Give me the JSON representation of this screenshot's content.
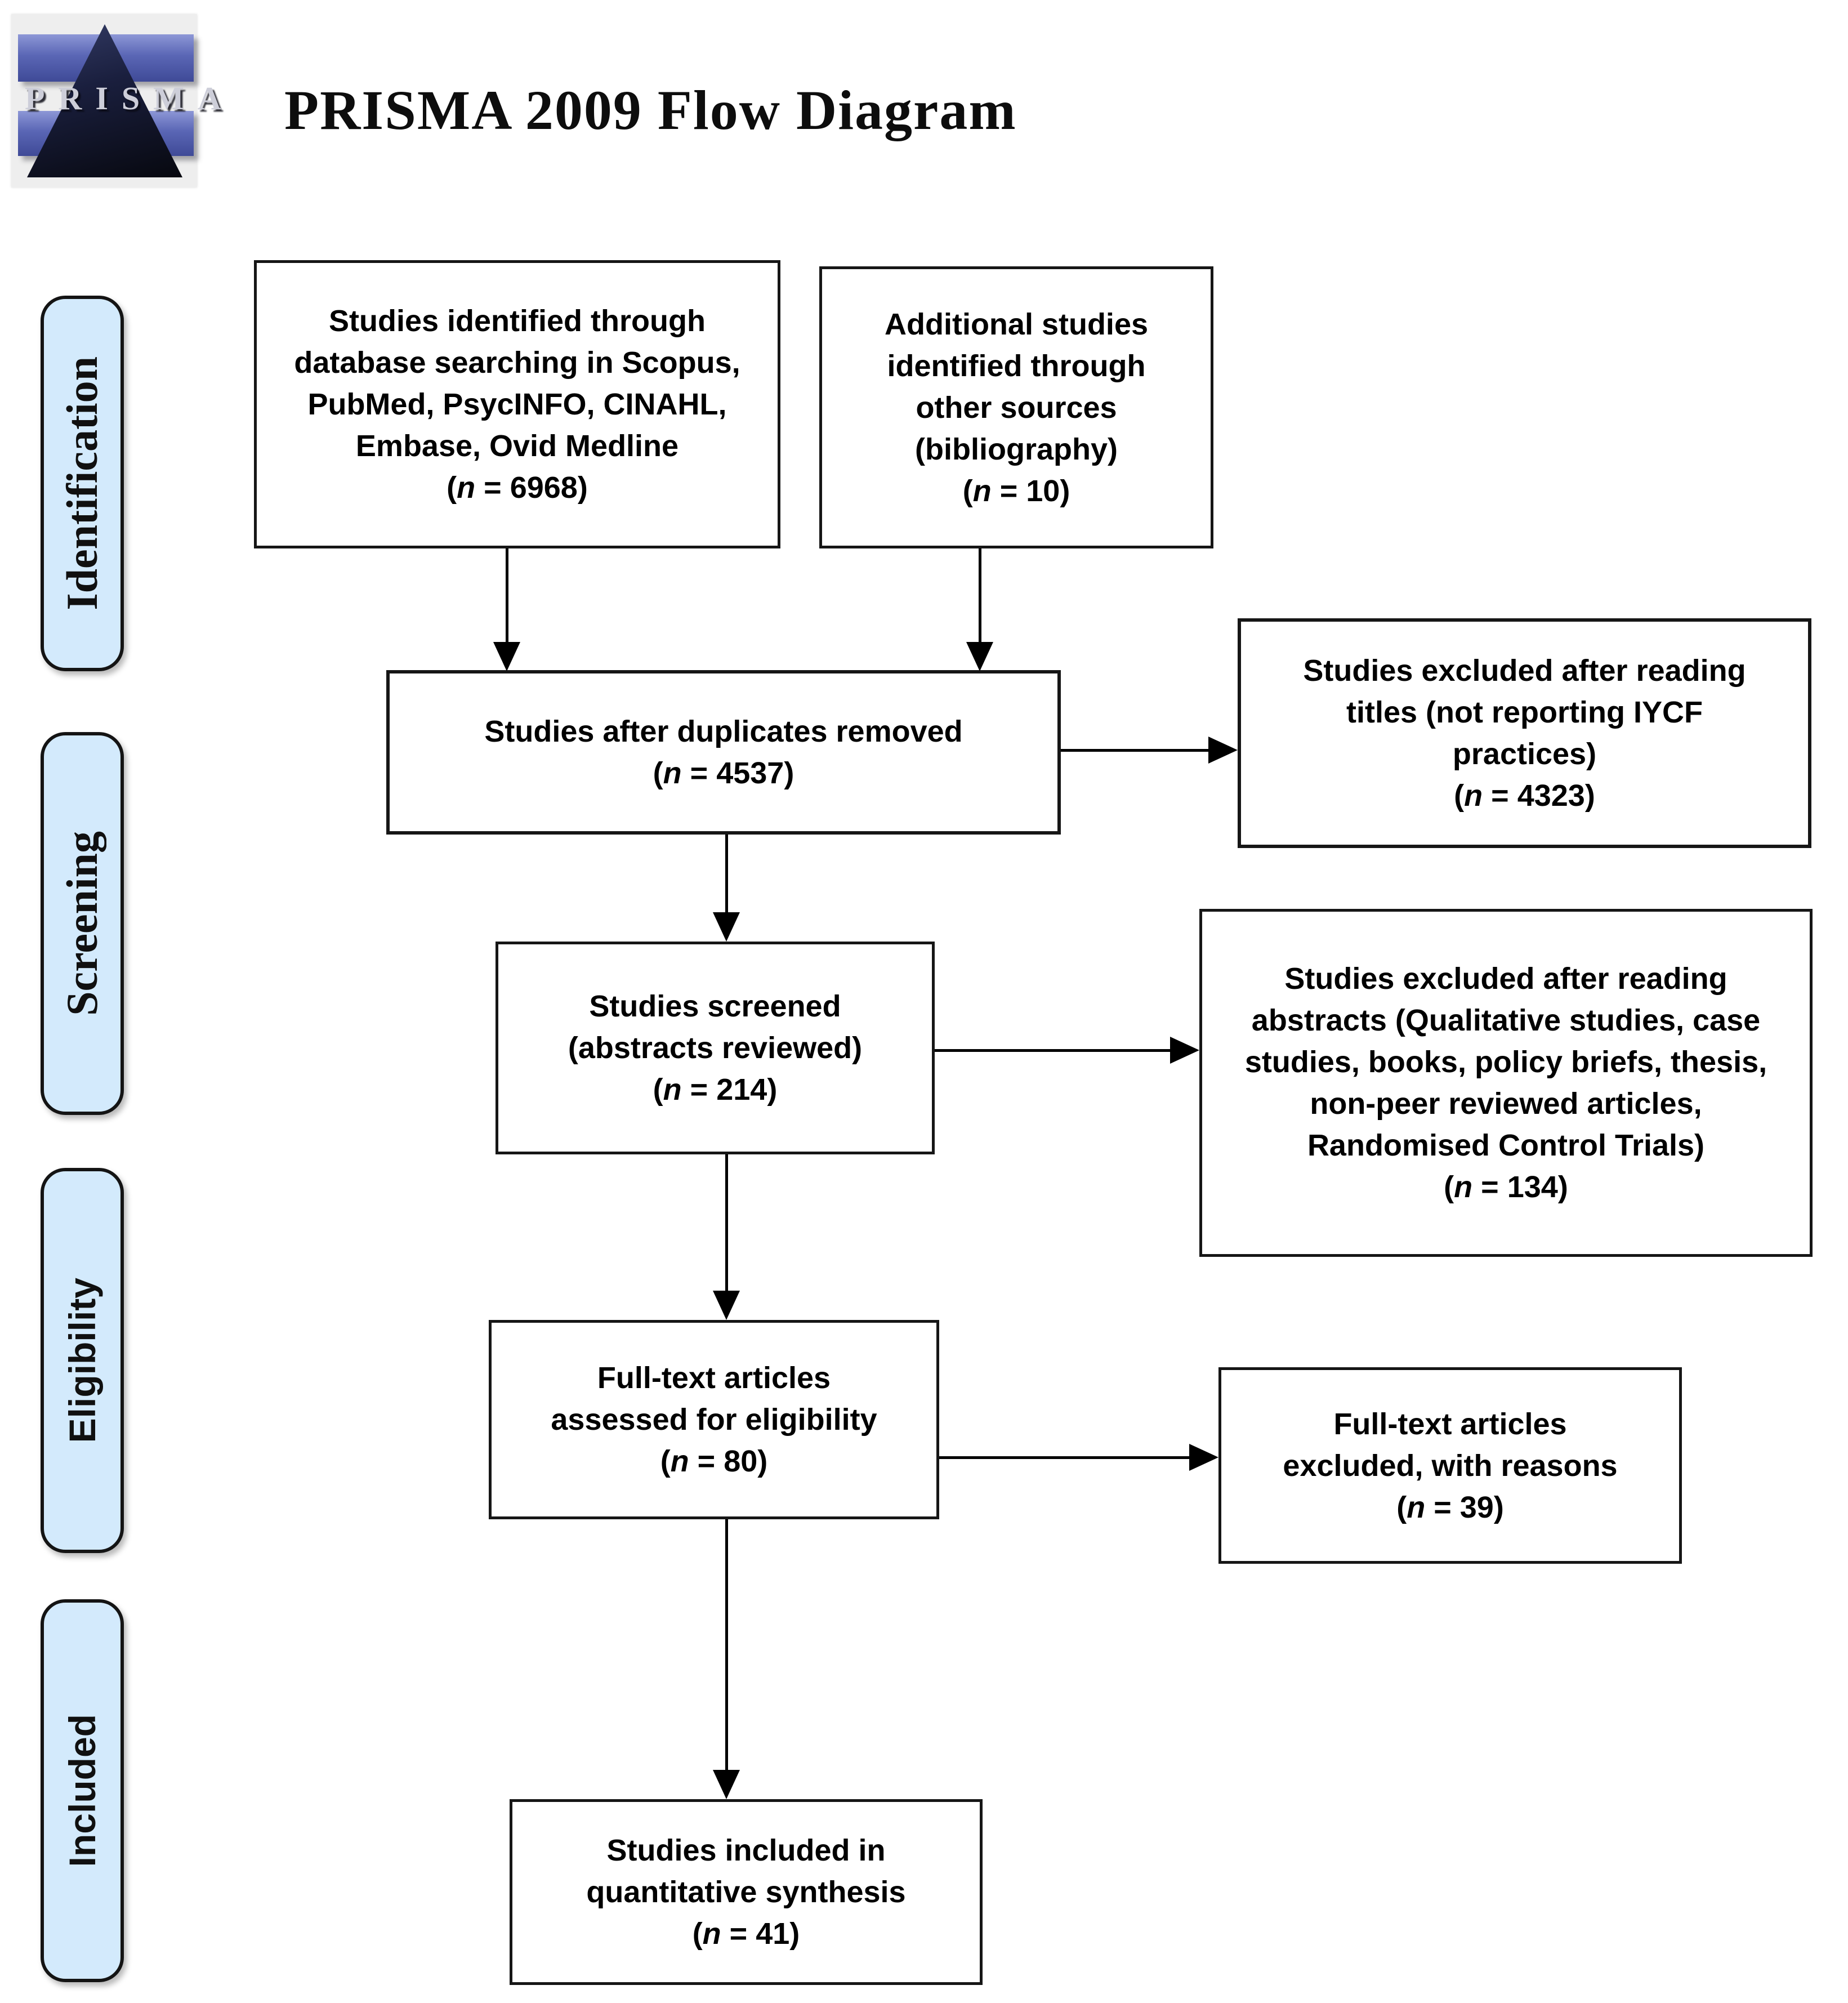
{
  "header": {
    "title": "PRISMA 2009 Flow Diagram",
    "logo_text": "PRISMA"
  },
  "notation": {
    "open": "(",
    "symbol": "n",
    "equals": " = ",
    "close": ")"
  },
  "stages": [
    {
      "id": "identification",
      "label": "Identification"
    },
    {
      "id": "screening",
      "label": "Screening"
    },
    {
      "id": "eligibility",
      "label": "Eligibility"
    },
    {
      "id": "included",
      "label": "Included"
    }
  ],
  "nodes": {
    "identified": {
      "lines": [
        "Studies identified through",
        "database searching in Scopus,",
        "PubMed, PsycINFO, CINAHL,",
        "Embase, Ovid Medline"
      ],
      "n": "6968"
    },
    "additional": {
      "lines": [
        "Additional studies",
        "identified through",
        "other sources",
        "(bibliography)"
      ],
      "n": "10"
    },
    "duplicates_removed": {
      "lines": [
        "Studies after duplicates removed"
      ],
      "n": "4537"
    },
    "excluded_titles": {
      "lines": [
        "Studies excluded after reading",
        "titles (not reporting IYCF",
        "practices)"
      ],
      "n": "4323"
    },
    "screened": {
      "lines": [
        "Studies screened",
        "(abstracts reviewed)"
      ],
      "n": "214"
    },
    "excluded_abstracts": {
      "lines": [
        "Studies excluded after reading",
        "abstracts (Qualitative studies, case",
        "studies, books, policy briefs, thesis,",
        "non-peer reviewed articles,",
        "Randomised Control Trials)"
      ],
      "n": "134"
    },
    "fulltext_assessed": {
      "lines": [
        "Full-text articles",
        "assessed for eligibility"
      ],
      "n": "80"
    },
    "fulltext_excluded": {
      "lines": [
        "Full-text articles",
        "excluded, with reasons"
      ],
      "n": "39"
    },
    "included_quantitative": {
      "lines": [
        "Studies included in",
        "quantitative synthesis"
      ],
      "n": "41"
    }
  },
  "edges": [
    {
      "from": "identified",
      "to": "duplicates_removed"
    },
    {
      "from": "additional",
      "to": "duplicates_removed"
    },
    {
      "from": "duplicates_removed",
      "to": "excluded_titles"
    },
    {
      "from": "duplicates_removed",
      "to": "screened"
    },
    {
      "from": "screened",
      "to": "excluded_abstracts"
    },
    {
      "from": "screened",
      "to": "fulltext_assessed"
    },
    {
      "from": "fulltext_assessed",
      "to": "fulltext_excluded"
    },
    {
      "from": "fulltext_assessed",
      "to": "included_quantitative"
    }
  ],
  "colors": {
    "stage_fill": "#d3eafc",
    "box_border": "#161616",
    "arrow": "#000000",
    "logo_blue": "#5a66b5",
    "logo_triangle": "#10142c",
    "logo_background": "#eeeeee"
  }
}
